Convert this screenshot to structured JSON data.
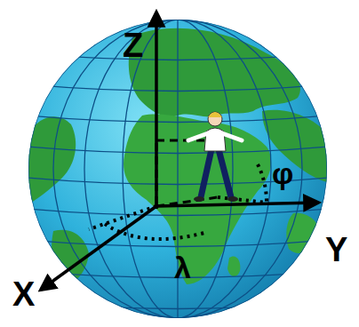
{
  "diagram": {
    "labels": [
      "Z",
      "X",
      "Y",
      "φ",
      "λ"
    ]
  }
}
